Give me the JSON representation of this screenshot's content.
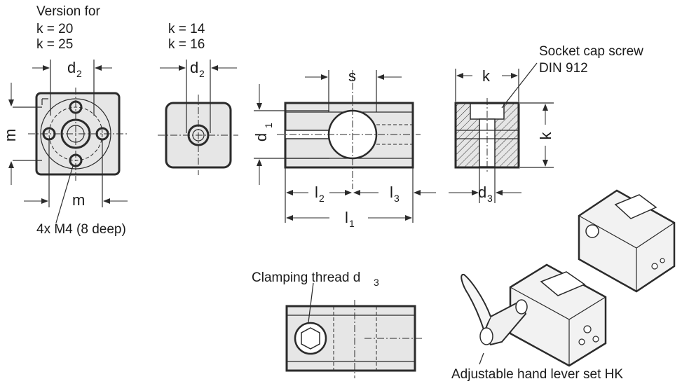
{
  "labels": {
    "version_for": "Version for",
    "k20": "k = 20",
    "k25": "k = 25",
    "k14": "k = 14",
    "k16": "k = 16",
    "d2_left": "d",
    "d2_left_sub": "2",
    "d2_mid": "d",
    "d2_mid_sub": "2",
    "m_vertical": "m",
    "m_horizontal": "m",
    "holes_note": "4x M4 (8 deep)",
    "s": "s",
    "d1": "d",
    "d1_sub": "1",
    "l2": "l",
    "l2_sub": "2",
    "l3": "l",
    "l3_sub": "3",
    "l1": "l",
    "l1_sub": "1",
    "k_top": "k",
    "k_side": "k",
    "d3": "d",
    "d3_sub": "3",
    "socket_screw_line1": "Socket cap screw",
    "socket_screw_line2": "DIN 912",
    "clamping_thread": "Clamping thread d",
    "clamping_thread_sub": "3",
    "hand_lever": "Adjustable hand lever set HK"
  }
}
